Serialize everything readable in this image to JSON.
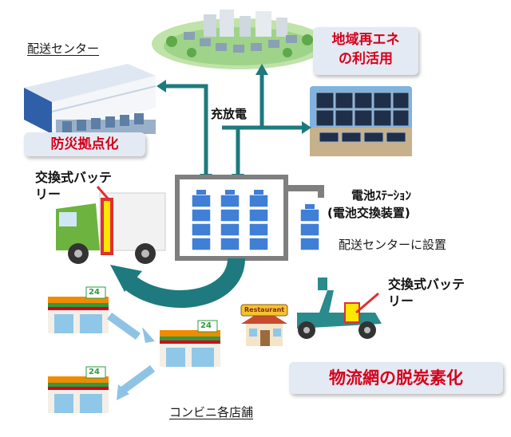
{
  "labels": {
    "distribution_center": "配送センター",
    "charge_discharge": "充放電",
    "swap_battery_truck": "交換式バッテ\nリー",
    "battery_station_title": "電池ｽﾃｰｼｮﾝ",
    "battery_station_sub": "(電池交換装置)",
    "installed_at_center": "配送センターに設置",
    "swap_battery_scooter": "交換式バッテ\nリー",
    "convenience_stores": "コンビニ各店舗",
    "restaurant_sign": "Restaurant",
    "store_sign_number": "24"
  },
  "callouts": {
    "disaster_base": "防災拠点化",
    "local_renewable": "地域再エネ\nの利活用",
    "decarbonization": "物流網の脱炭素化"
  },
  "colors": {
    "arrow_teal": "#1e7a7e",
    "arrow_light_blue": "#8ec3e6",
    "callout_text": "#d6001c",
    "callout_bg": "#e4eaf3",
    "battery_blue": "#3f7fd6"
  }
}
